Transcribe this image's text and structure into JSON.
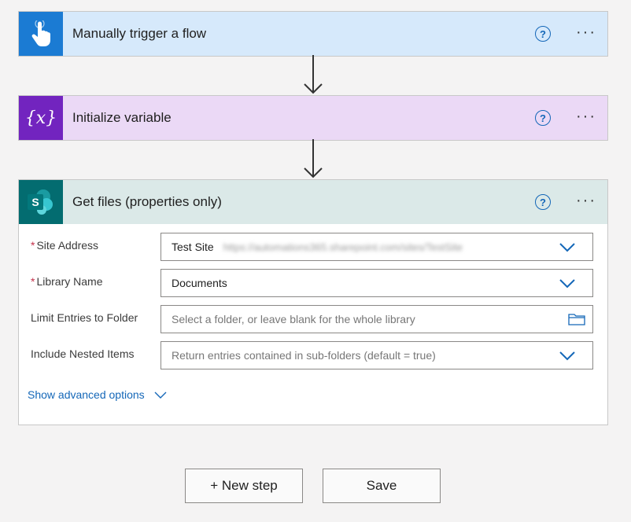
{
  "steps": [
    {
      "title": "Manually trigger a flow",
      "icon": "hand-touch-icon",
      "header_color": "#d6e9fb",
      "tile_color": "#1b7bd3"
    },
    {
      "title": "Initialize variable",
      "icon": "variable-icon",
      "icon_text": "{x}",
      "header_color": "#ebd9f6",
      "tile_color": "#7224bf"
    },
    {
      "title": "Get files (properties only)",
      "icon": "sharepoint-icon",
      "icon_text": "S",
      "header_color": "#dbe9e8",
      "tile_color": "#036c70"
    }
  ],
  "common": {
    "help_glyph": "?",
    "more_glyph": "···"
  },
  "form": {
    "required_mark": "*",
    "site_address": {
      "label": "Site Address",
      "value": "Test Site",
      "url": "https://automations365.sharepoint.com/sites/TestSite"
    },
    "library_name": {
      "label": "Library Name",
      "value": "Documents"
    },
    "limit_folder": {
      "label": "Limit Entries to Folder",
      "placeholder": "Select a folder, or leave blank for the whole library"
    },
    "nested_items": {
      "label": "Include Nested Items",
      "placeholder": "Return entries contained in sub-folders (default = true)"
    },
    "advanced_label": "Show advanced options"
  },
  "buttons": {
    "new_step": "+ New step",
    "save": "Save"
  },
  "colors": {
    "accent": "#1467b8",
    "required": "#c4314b"
  }
}
